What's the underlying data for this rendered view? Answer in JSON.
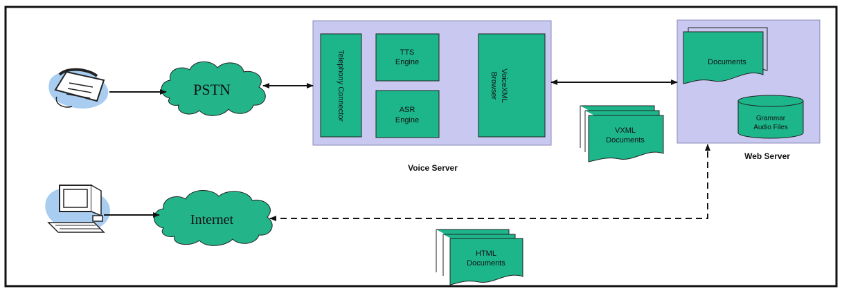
{
  "colors": {
    "server_fill": "#c8c8f0",
    "component_fill": "#1db58a",
    "doc_fill": "#1db58a",
    "cloud_fill": "#23b48a",
    "device_fill": "#a8cdf0",
    "line": "#111111"
  },
  "voice_server": {
    "label": "Voice Server",
    "components": {
      "telephony": "Telephony Connector",
      "tts": [
        "TTS",
        "Engine"
      ],
      "asr": [
        "ASR",
        "Engine"
      ],
      "browser": [
        "VoiceXML",
        "Browser"
      ]
    }
  },
  "web_server": {
    "label": "Web Server",
    "documents": "Documents",
    "grammar": [
      "Grammar",
      "Audio Files"
    ]
  },
  "clouds": {
    "pstn": "PSTN",
    "internet": "Internet"
  },
  "documents": {
    "vxml": [
      "VXML",
      "Documents"
    ],
    "html": [
      "HTML",
      "Documents"
    ]
  },
  "devices": {
    "phone": "telephone-icon",
    "computer": "computer-icon"
  }
}
